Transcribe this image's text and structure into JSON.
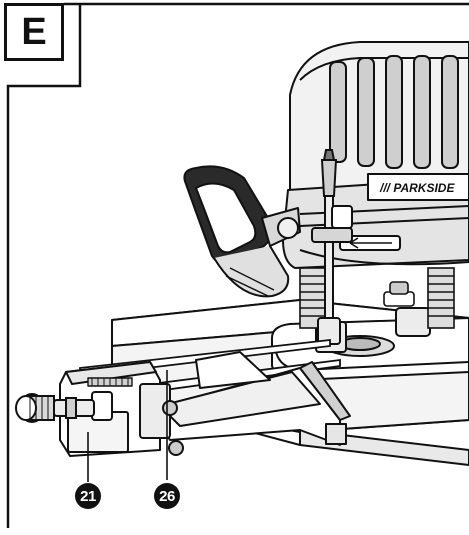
{
  "figure": {
    "section_letter": "E",
    "brand_label": "/// PARKSIDE",
    "callouts": [
      {
        "number": "21"
      },
      {
        "number": "26"
      }
    ]
  }
}
